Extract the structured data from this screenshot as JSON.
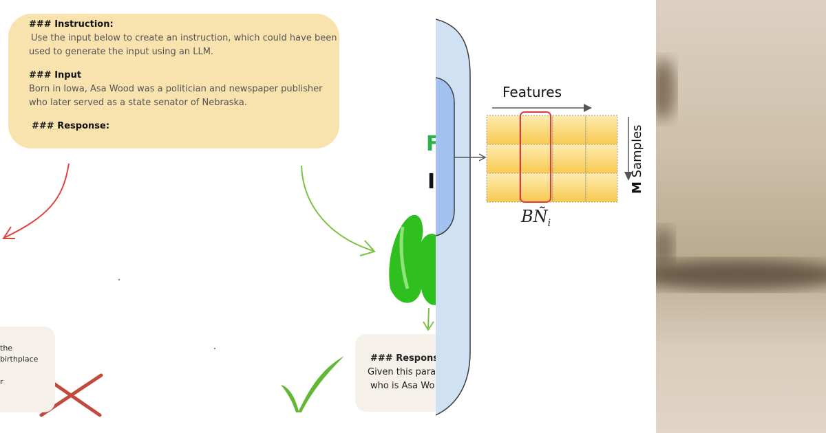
{
  "prompt_box": {
    "instruction_heading": "### Instruction:",
    "instruction_line1": "Use the input below to create an instruction, which could have been",
    "instruction_line2": "used to generate the input using an LLM.",
    "input_heading": "### Input",
    "input_line1": "Born in Iowa, Asa Wood was a politician and newspaper publisher",
    "input_line2": "who later served as a state senator of Nebraska.",
    "response_heading": "### Response:"
  },
  "left_card": {
    "line1": "the",
    "line2": "birthplace",
    "line3": "r"
  },
  "right_card": {
    "heading": "### Response",
    "line1": "Given this para",
    "line2": "who is Asa Wo"
  },
  "fragments": {
    "green_letter": "F",
    "black_letter": "I"
  },
  "batchnorm_figure": {
    "features_label": "Features",
    "samples_prefix": "M",
    "samples_label": "Samples",
    "bn_symbol": "BÑ",
    "bn_subscript": "i"
  },
  "colors": {
    "prompt_bubble": "#f8e2ad",
    "wrong_arrow": "#e0433b",
    "right_arrow": "#7cc242",
    "cross": "#c24a3c",
    "check": "#62b834",
    "llm_blob": "#2fbf1e",
    "model_box": "#cfe1f3",
    "inner_box": "#a4c2f0",
    "cell_fill": "#fbd978",
    "highlight": "#e23a3a"
  }
}
